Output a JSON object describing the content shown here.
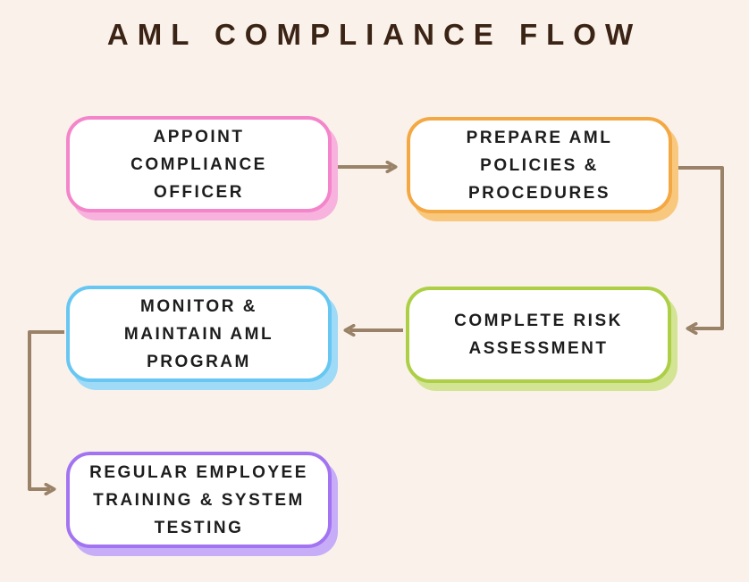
{
  "title": "AML COMPLIANCE FLOW",
  "colors": {
    "background": "#faf2ea",
    "title_text": "#3b2415",
    "node_text": "#1d1d1d",
    "node_fill": "#ffffff",
    "arrow": "#9a8268"
  },
  "flow": {
    "nodes": [
      {
        "id": "appoint-compliance-officer",
        "label": [
          "APPOINT",
          "COMPLIANCE",
          "OFFICER"
        ],
        "border_color": "#f485ca",
        "shadow_color": "#f7b3dd"
      },
      {
        "id": "prepare-aml-policies-procedures",
        "label": [
          "PREPARE AML",
          "POLICIES &",
          "PROCEDURES"
        ],
        "border_color": "#f4a844",
        "shadow_color": "#f9c87f"
      },
      {
        "id": "complete-risk-assessment",
        "label": [
          "COMPLETE RISK",
          "ASSESSMENT"
        ],
        "border_color": "#accf45",
        "shadow_color": "#d3e495"
      },
      {
        "id": "monitor-maintain-aml-program",
        "label": [
          "MONITOR &",
          "MAINTAIN AML",
          "PROGRAM"
        ],
        "border_color": "#67c7f2",
        "shadow_color": "#9fdaf7"
      },
      {
        "id": "regular-employee-training-system-testing",
        "label": [
          "REGULAR EMPLOYEE",
          "TRAINING & SYSTEM",
          "TESTING"
        ],
        "border_color": "#a274f2",
        "shadow_color": "#c7adf8"
      }
    ],
    "edges": [
      {
        "from": "appoint-compliance-officer",
        "to": "prepare-aml-policies-procedures"
      },
      {
        "from": "prepare-aml-policies-procedures",
        "to": "complete-risk-assessment"
      },
      {
        "from": "complete-risk-assessment",
        "to": "monitor-maintain-aml-program"
      },
      {
        "from": "monitor-maintain-aml-program",
        "to": "regular-employee-training-system-testing"
      }
    ]
  }
}
